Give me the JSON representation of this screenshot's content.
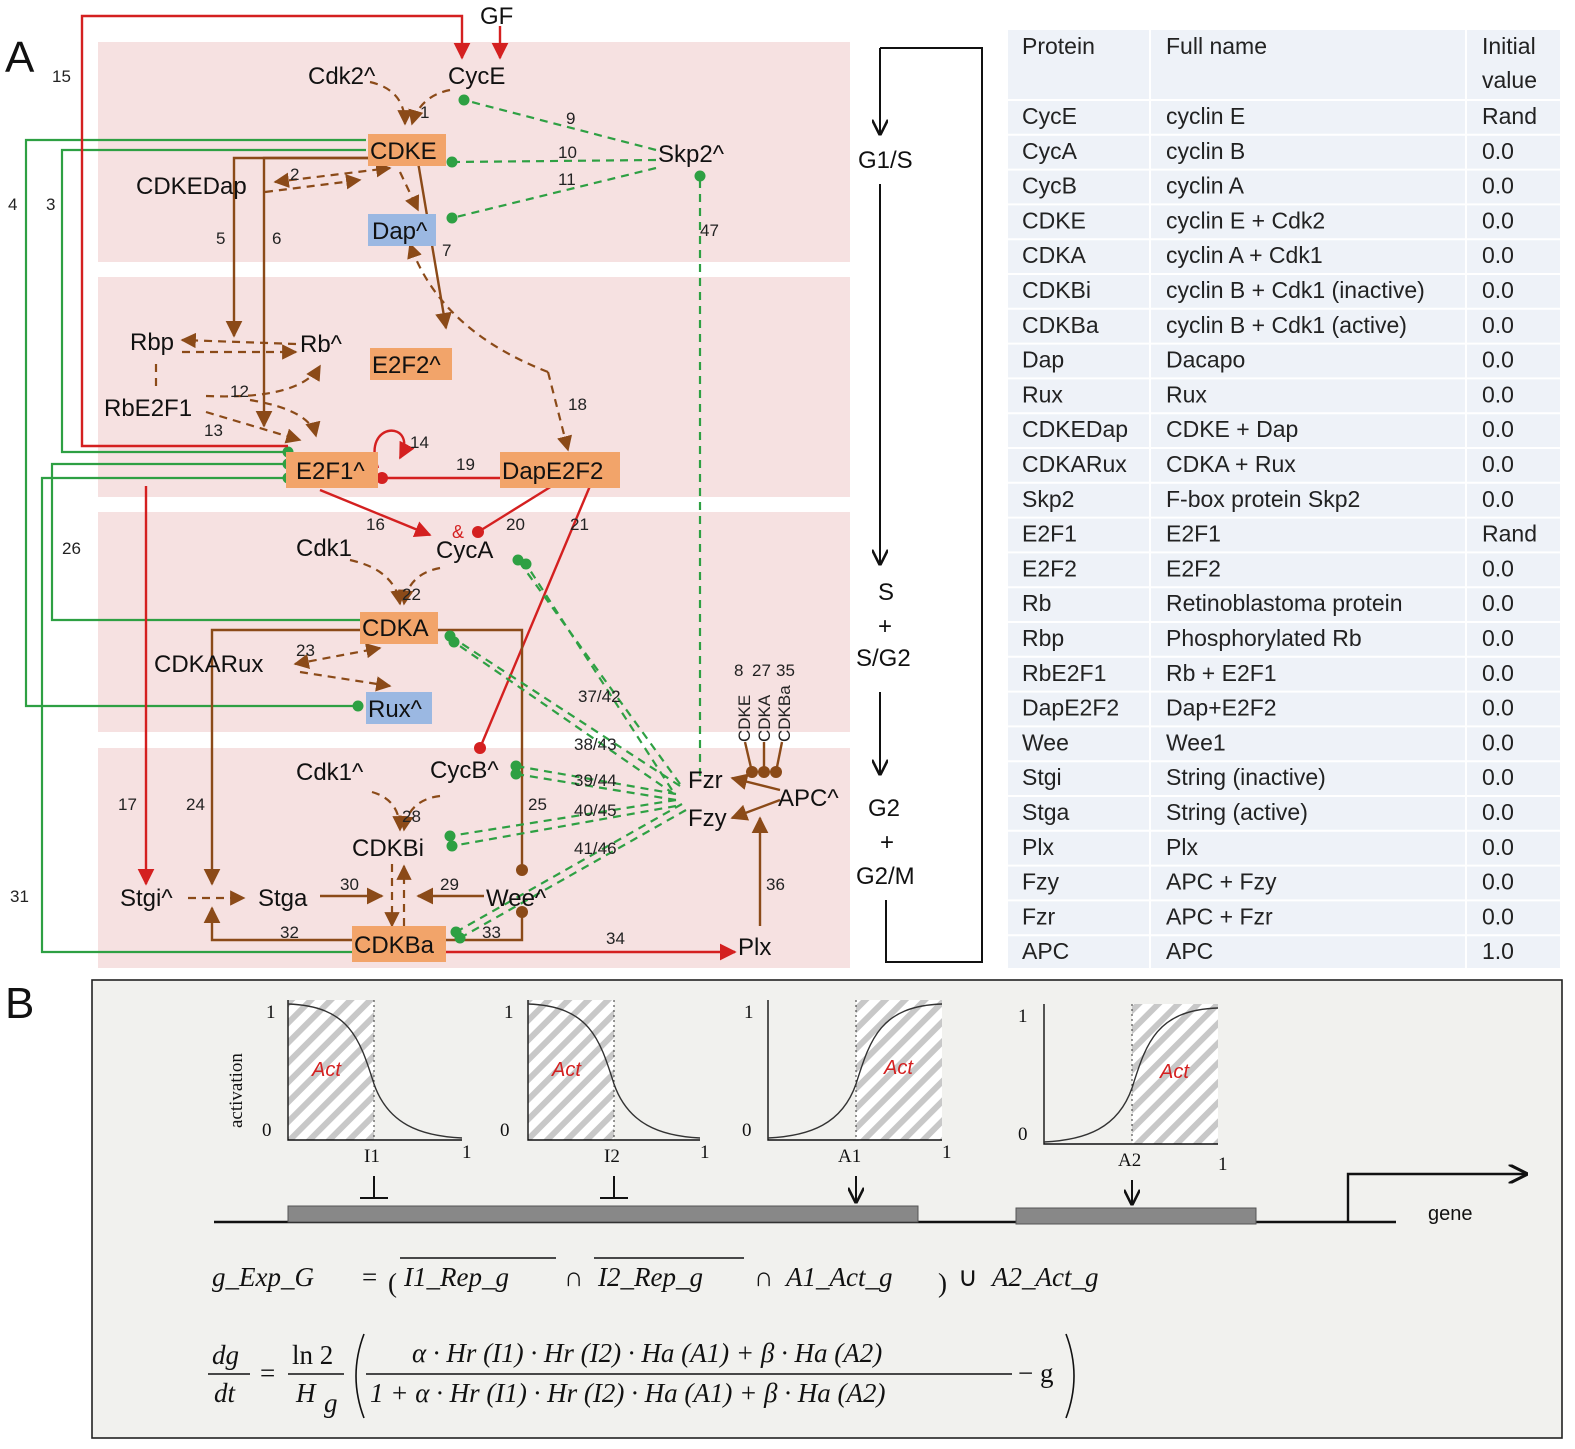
{
  "panels": {
    "a": "A",
    "b": "B"
  },
  "nodes": {
    "gf": "GF",
    "cdk2": "Cdk2^",
    "cyce": "CycE",
    "cdke": "CDKE",
    "skp2": "Skp2^",
    "cdkedap": "CDKEDap",
    "dap": "Dap^",
    "rbp": "Rbp",
    "rb": "Rb^",
    "e2f2": "E2F2^",
    "rbe2f1": "RbE2F1",
    "e2f1": "E2F1^",
    "dape2f2": "DapE2F2",
    "cdk1": "Cdk1",
    "and": "&",
    "cyca": "CycA",
    "cdka": "CDKA",
    "cdkarux": "CDKARux",
    "rux": "Rux^",
    "cdk1b": "Cdk1^",
    "cycb": "CycB^",
    "fzr": "Fzr",
    "apc": "APC^",
    "fzy": "Fzy",
    "cdkbi": "CDKBi",
    "stgi": "Stgi^",
    "stga": "Stga",
    "wee": "Wee^",
    "cdkba": "CDKBa",
    "plx": "Plx",
    "apc_in1": "CDKE",
    "apc_in2": "CDKA",
    "apc_in3": "CDKBa"
  },
  "edge_numbers": {
    "n1": "1",
    "n2": "2",
    "n3": "3",
    "n4": "4",
    "n5": "5",
    "n6": "6",
    "n7": "7",
    "n9": "9",
    "n10": "10",
    "n11": "11",
    "n12": "12",
    "n13": "13",
    "n14": "14",
    "n15": "15",
    "n16": "16",
    "n17": "17",
    "n18": "18",
    "n19": "19",
    "n20": "20",
    "n21": "21",
    "n22": "22",
    "n23": "23",
    "n24": "24",
    "n25": "25",
    "n26": "26",
    "n28": "28",
    "n29": "29",
    "n30": "30",
    "n31": "31",
    "n32": "32",
    "n33": "33",
    "n34": "34",
    "n36": "36",
    "n47": "47",
    "n3742": "37/42",
    "n3843": "38/43",
    "n3944": "39/44",
    "n4045": "40/45",
    "n4146": "41/46",
    "n8": "8",
    "n27": "27",
    "n35": "35"
  },
  "phases": {
    "g1s": "G1/S",
    "s": "S",
    "plus1": "+",
    "sg2": "S/G2",
    "g2": "G2",
    "plus2": "+",
    "g2m": "G2/M"
  },
  "table": {
    "headers": [
      "Protein",
      "Full name",
      "Initial",
      "value"
    ],
    "rows": [
      [
        "CycE",
        "cyclin E",
        "Rand"
      ],
      [
        "CycA",
        "cyclin B",
        "0.0"
      ],
      [
        "CycB",
        "cyclin A",
        "0.0"
      ],
      [
        "CDKE",
        "cyclin E + Cdk2",
        "0.0"
      ],
      [
        "CDKA",
        "cyclin A + Cdk1",
        "0.0"
      ],
      [
        "CDKBi",
        "cyclin B + Cdk1 (inactive)",
        "0.0"
      ],
      [
        "CDKBa",
        "cyclin B + Cdk1 (active)",
        "0.0"
      ],
      [
        "Dap",
        "Dacapo",
        "0.0"
      ],
      [
        "Rux",
        "Rux",
        "0.0"
      ],
      [
        "CDKEDap",
        "CDKE + Dap",
        "0.0"
      ],
      [
        "CDKARux",
        "CDKA + Rux",
        "0.0"
      ],
      [
        "Skp2",
        "F-box protein Skp2",
        "0.0"
      ],
      [
        "E2F1",
        "E2F1",
        "Rand"
      ],
      [
        "E2F2",
        "E2F2",
        "0.0"
      ],
      [
        "Rb",
        "Retinoblastoma protein",
        "0.0"
      ],
      [
        "Rbp",
        "Phosphorylated Rb",
        "0.0"
      ],
      [
        "RbE2F1",
        "Rb + E2F1",
        "0.0"
      ],
      [
        "DapE2F2",
        "Dap+E2F2",
        "0.0"
      ],
      [
        "Wee",
        "Wee1",
        "0.0"
      ],
      [
        "Stgi",
        "String (inactive)",
        "0.0"
      ],
      [
        "Stga",
        "String (active)",
        "0.0"
      ],
      [
        "Plx",
        "Plx",
        "0.0"
      ],
      [
        "Fzy",
        "APC + Fzy",
        "0.0"
      ],
      [
        "Fzr",
        "APC + Fzr",
        "0.0"
      ],
      [
        "APC",
        "APC",
        "1.0"
      ]
    ]
  },
  "panel_b": {
    "ylabel": "activation",
    "act": "Act",
    "y1": "1",
    "y0": "0",
    "x1": "1",
    "plots": [
      {
        "mark": "I1"
      },
      {
        "mark": "I2"
      },
      {
        "mark": "A1"
      },
      {
        "mark": "A2"
      }
    ],
    "gene": "gene",
    "eq1": {
      "lhs": "g_Exp_G",
      "eq": "=",
      "t1": "I1_Rep_g",
      "cap1": "∩",
      "t2": "I2_Rep_g",
      "cap2": "∩",
      "t3": "A1_Act_g",
      "cup": "∪",
      "t4": "A2_Act_g"
    },
    "eq2": {
      "num": "dg",
      "den": "dt",
      "eq": "=",
      "ln2": "ln 2",
      "hg": "H",
      "hsub": "g",
      "top": "α · Hr (I1) · Hr (I2) · Ha (A1) + β · Ha (A2)",
      "bot": "1 + α · Hr (I1) · Hr (I2) · Ha (A1) + β · Ha (A2)",
      "minus": "− g"
    }
  },
  "colors": {
    "background_band": "#f6e1e1",
    "node_orange": "#f2a46a",
    "node_blue": "#9bb8e2",
    "brown": "#8b4a18",
    "green": "#2ea043",
    "red": "#d42020",
    "table_bg": "#eef2f8",
    "panel_b_bg": "#f1f1ee"
  }
}
